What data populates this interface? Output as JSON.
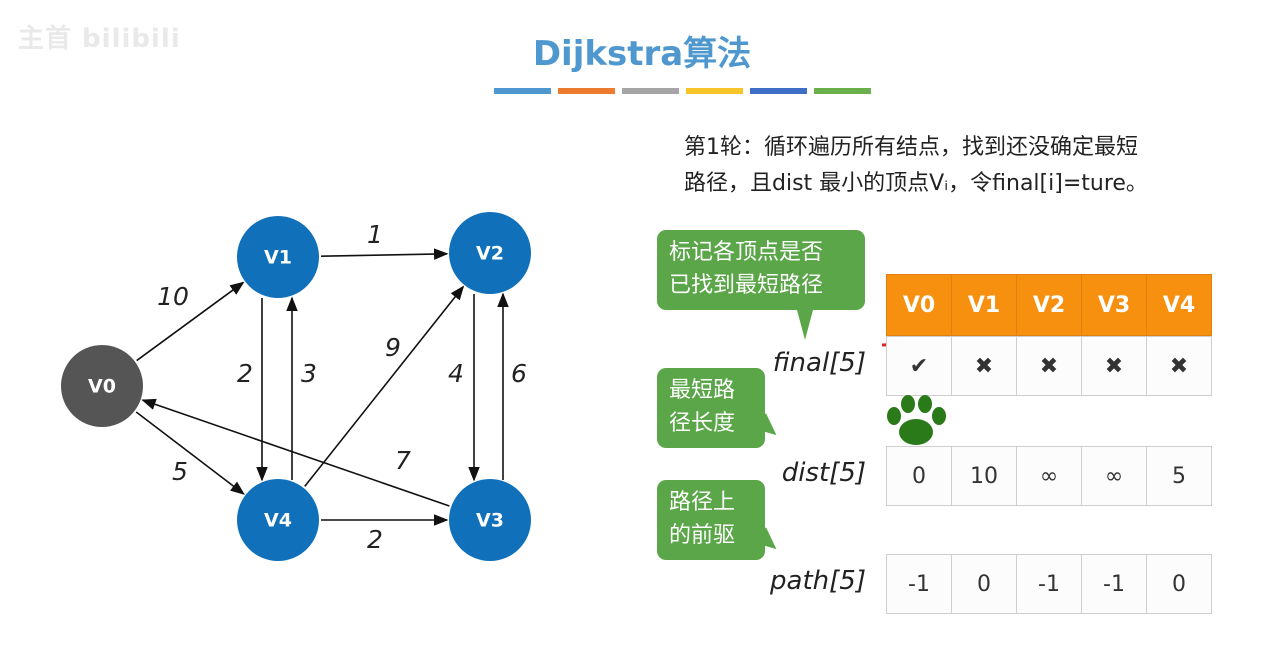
{
  "watermark": "主首 bilibili",
  "title": "Dijkstra算法",
  "color_bars": [
    "#4f98cf",
    "#ec7b2f",
    "#a5a5a5",
    "#f6c52a",
    "#3f6ec6",
    "#6ab04c"
  ],
  "description_line1": "第1轮：循环遍历所有结点，找到还没确定最短",
  "description_line2": "路径，且dist 最小的顶点Vᵢ，令final[i]=ture。",
  "graph": {
    "nodes": [
      {
        "id": "V0",
        "label": "V0",
        "color": "#555555"
      },
      {
        "id": "V1",
        "label": "V1",
        "color": "#1170ba"
      },
      {
        "id": "V2",
        "label": "V2",
        "color": "#1170ba"
      },
      {
        "id": "V3",
        "label": "V3",
        "color": "#1170ba"
      },
      {
        "id": "V4",
        "label": "V4",
        "color": "#1170ba"
      }
    ],
    "edges": [
      {
        "from": "V0",
        "to": "V1",
        "weight": "10"
      },
      {
        "from": "V1",
        "to": "V2",
        "weight": "1"
      },
      {
        "from": "V1",
        "to": "V4",
        "weight": "2"
      },
      {
        "from": "V4",
        "to": "V1",
        "weight": "3"
      },
      {
        "from": "V4",
        "to": "V2",
        "weight": "9"
      },
      {
        "from": "V2",
        "to": "V3",
        "weight": "4"
      },
      {
        "from": "V3",
        "to": "V2",
        "weight": "6"
      },
      {
        "from": "V3",
        "to": "V0",
        "weight": "7"
      },
      {
        "from": "V0",
        "to": "V4",
        "weight": "5"
      },
      {
        "from": "V4",
        "to": "V3",
        "weight": "2"
      }
    ]
  },
  "callouts": {
    "final_note_line1": "标记各顶点是否",
    "final_note_line2": "已找到最短路径",
    "dist_note_line1": "最短路",
    "dist_note_line2": "径长度",
    "path_note_line1": "路径上",
    "path_note_line2": "的前驱"
  },
  "table": {
    "headers": [
      "V0",
      "V1",
      "V2",
      "V3",
      "V4"
    ],
    "final_label": "final[5]",
    "final": [
      "✔",
      "✖",
      "✖",
      "✖",
      "✖"
    ],
    "dist_label": "dist[5]",
    "dist": [
      "0",
      "10",
      "∞",
      "∞",
      "5"
    ],
    "path_label": "path[5]",
    "path": [
      "-1",
      "0",
      "-1",
      "-1",
      "0"
    ]
  },
  "colors": {
    "accent_title": "#4f98cf",
    "header_orange": "#f7900f",
    "callout_green": "#5aa648",
    "cross_red": "#e0252b",
    "paw_green": "#2b7a1a"
  }
}
